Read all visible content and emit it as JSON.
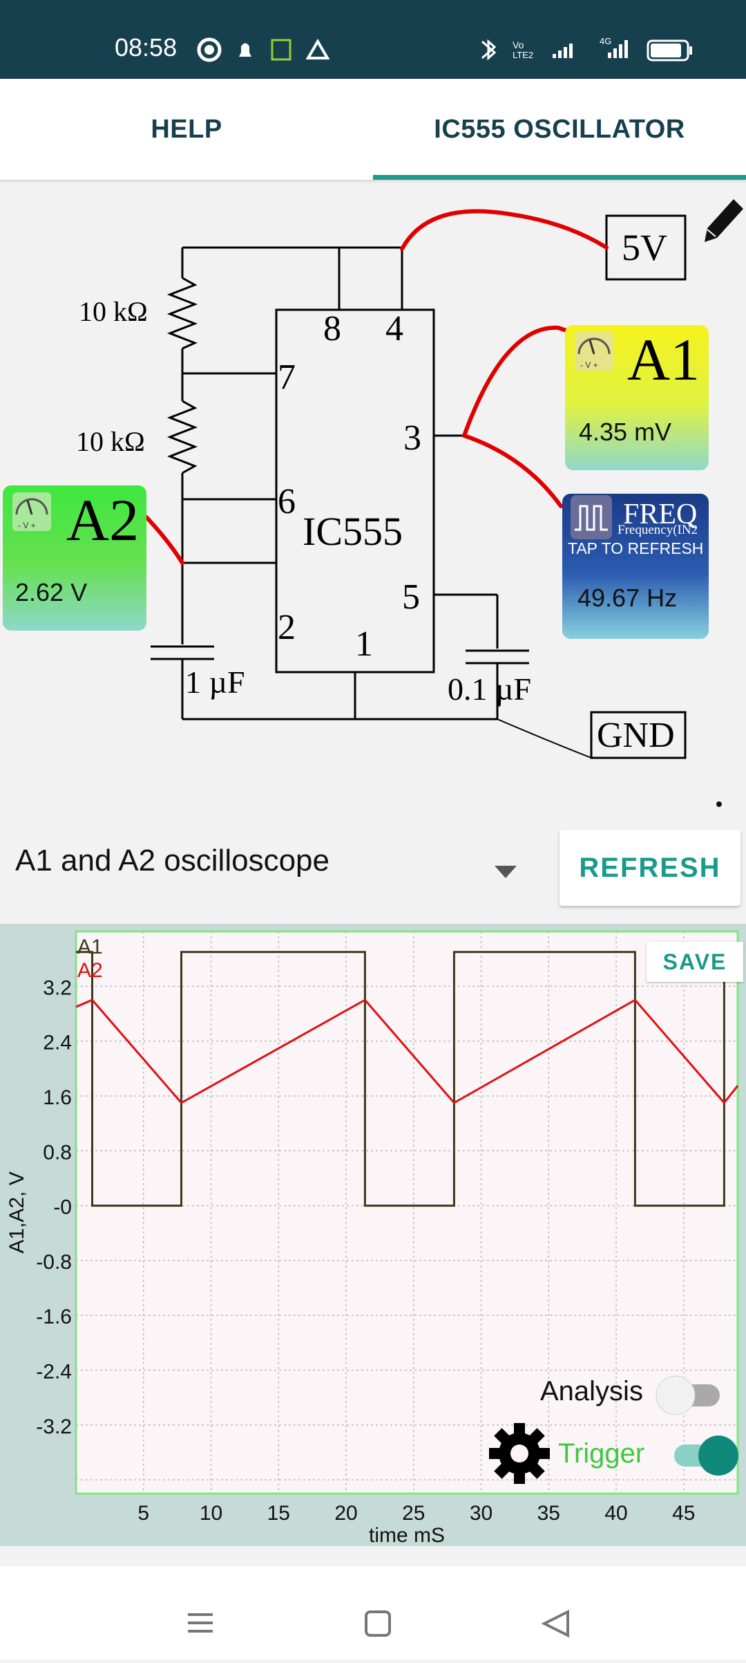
{
  "status_bar": {
    "time": "08:58"
  },
  "tabs": [
    {
      "label": "HELP"
    },
    {
      "label": "IC555 OSCILLATOR"
    }
  ],
  "circuit": {
    "supply_label": "5V",
    "ground_label": "GND",
    "ic_label": "IC555",
    "resistor1": "10 kΩ",
    "resistor2": "10 kΩ",
    "cap1": "1 µF",
    "cap2": "0.1 µF",
    "pins": {
      "p8": "8",
      "p4": "4",
      "p7": "7",
      "p3": "3",
      "p6": "6",
      "p5": "5",
      "p2": "2",
      "p1": "1"
    },
    "meter_a1": {
      "name": "A1",
      "value": "4.35 mV",
      "scale": "- V +"
    },
    "meter_a2": {
      "name": "A2",
      "value": "2.62 V",
      "scale": "- V +"
    },
    "freq": {
      "title": "FREQ",
      "subtitle": "Frequency(IN2",
      "hint": "TAP TO REFRESH",
      "value": "49.67 Hz"
    }
  },
  "controls": {
    "dropdown_value": "A1 and A2 oscilloscope",
    "refresh_label": "REFRESH"
  },
  "chart_data": {
    "type": "line",
    "xlabel": "time mS",
    "ylabel": "A1,A2, V",
    "xlim": [
      0,
      49
    ],
    "ylim": [
      -4.2,
      4.0
    ],
    "x_ticks": [
      "5",
      "10",
      "15",
      "20",
      "25",
      "30",
      "35",
      "40",
      "45"
    ],
    "y_ticks": [
      "3.2",
      "2.4",
      "1.6",
      "0.8",
      "-0",
      "-0.8",
      "-1.6",
      "-2.4",
      "-3.2"
    ],
    "series": [
      {
        "name": "A1",
        "color": "#3a3a1a",
        "x": [
          0,
          1.2,
          1.2,
          7.8,
          7.8,
          21.4,
          21.4,
          28.0,
          28.0,
          41.4,
          41.4,
          48.0,
          48.0
        ],
        "y": [
          3.7,
          3.7,
          0,
          0,
          3.7,
          3.7,
          0,
          0,
          3.7,
          3.7,
          0,
          0,
          3.7
        ]
      },
      {
        "name": "A2",
        "color": "#e01010",
        "x": [
          0,
          1.2,
          7.8,
          21.4,
          28.0,
          41.4,
          48.0,
          49
        ],
        "y": [
          2.9,
          3.0,
          1.5,
          3.0,
          1.5,
          3.0,
          1.5,
          1.75
        ]
      }
    ],
    "save_label": "SAVE",
    "grid": true
  },
  "scope_controls": {
    "analysis_label": "Analysis",
    "analysis_on": false,
    "trigger_label": "Trigger",
    "trigger_on": true
  },
  "colors": {
    "accent": "#1a9a8a",
    "status_bar": "#17404f",
    "trigger_green": "#3ec83e"
  }
}
